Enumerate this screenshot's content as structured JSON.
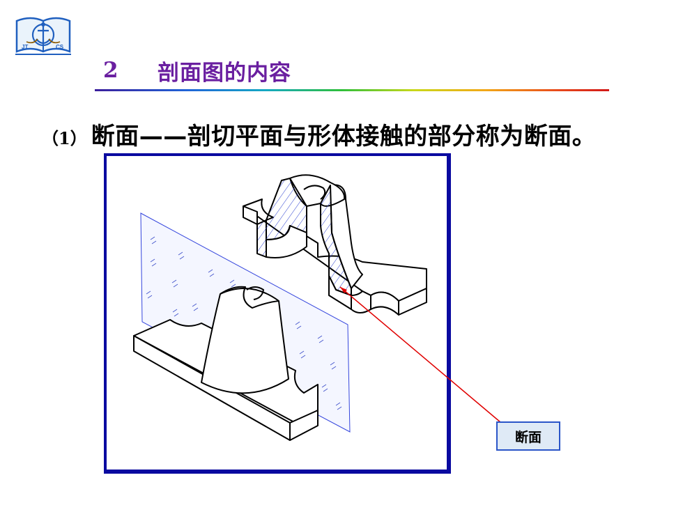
{
  "slide": {
    "section_number": "2",
    "section_title": "剖面图的内容",
    "heading_number": "（1）",
    "heading_text": "断面——剖切平面与形体接触的部分称为断面。",
    "callout_label": "断面"
  },
  "logo": {
    "text_left": "JT",
    "text_right": "CS"
  },
  "colors": {
    "title": "#6a1fa0",
    "frame": "#0a0aa0",
    "callout_line": "#e00000",
    "section_hatch": "#2a3fd0"
  }
}
